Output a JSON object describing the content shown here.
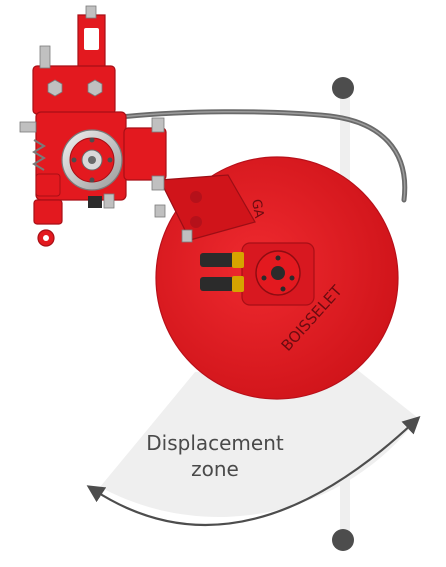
{
  "labels": {
    "displacement_line1": "Displacement",
    "displacement_line2": "zone",
    "brand": "BOISSELET",
    "disc_mark": "GA"
  },
  "icons": {
    "axis": "vertical-axis-marker",
    "arrow": "double-headed-arc-arrow"
  },
  "colors": {
    "machine_red": "#e3191f",
    "zone_gray": "#efefef",
    "marker": "#4d4d4d",
    "metal": "#c0c0c0",
    "text": "#4a4a4a"
  }
}
